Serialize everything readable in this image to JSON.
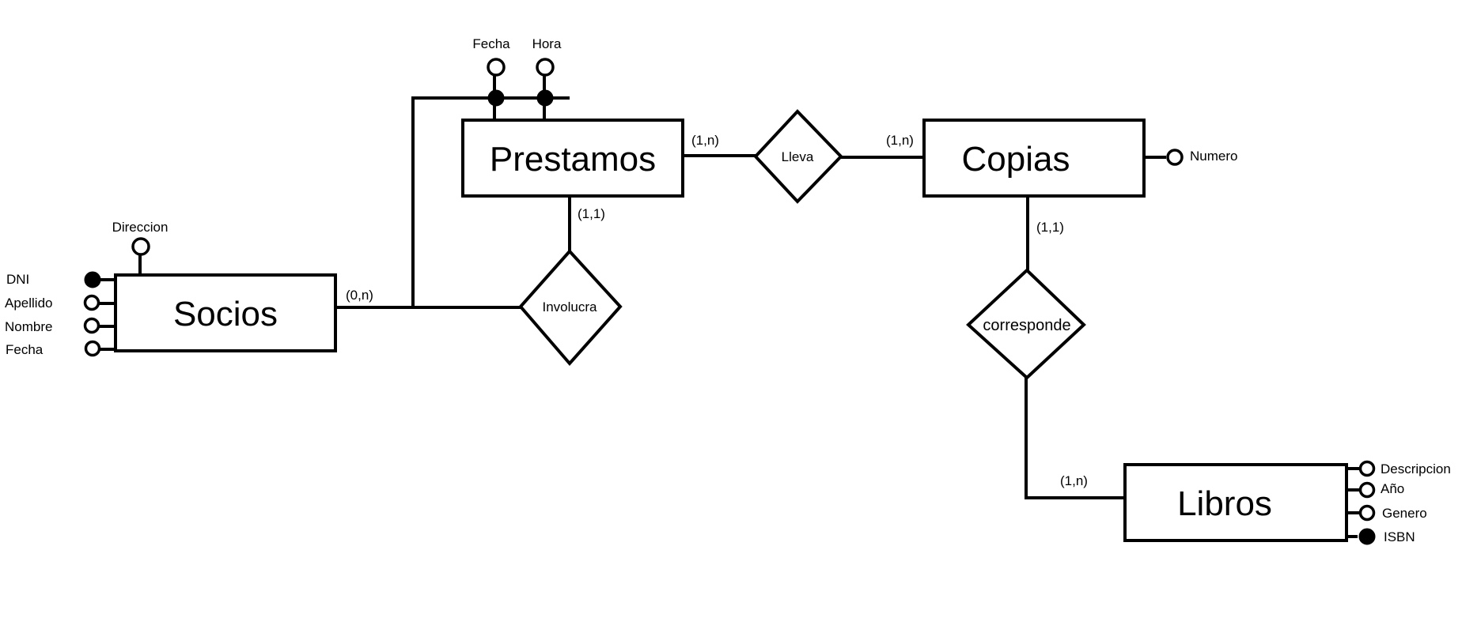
{
  "entities": {
    "prestamos": {
      "label": "Prestamos"
    },
    "copias": {
      "label": "Copias"
    },
    "socios": {
      "label": "Socios"
    },
    "libros": {
      "label": "Libros"
    }
  },
  "relationships": {
    "lleva": {
      "label": "Lleva"
    },
    "involucra": {
      "label": "Involucra"
    },
    "corresponde": {
      "label": "corresponde"
    }
  },
  "attributes": {
    "prestamos_fecha": {
      "label": "Fecha",
      "key": true
    },
    "prestamos_hora": {
      "label": "Hora",
      "key": true
    },
    "copias_numero": {
      "label": "Numero",
      "key": false
    },
    "socios_direccion": {
      "label": "Direccion",
      "key": false
    },
    "socios_dni": {
      "label": "DNI",
      "key": true
    },
    "socios_apellido": {
      "label": "Apellido",
      "key": false
    },
    "socios_nombre": {
      "label": "Nombre",
      "key": false
    },
    "socios_fecha": {
      "label": "Fecha",
      "key": false
    },
    "libros_descripcion": {
      "label": "Descripcion",
      "key": false
    },
    "libros_anio": {
      "label": "Año",
      "key": false
    },
    "libros_genero": {
      "label": "Genero",
      "key": false
    },
    "libros_isbn": {
      "label": "ISBN",
      "key": true
    }
  },
  "cardinalities": {
    "prestamos_lleva": "(1,n)",
    "copias_lleva": "(1,n)",
    "prestamos_involucra": "(1,1)",
    "socios_involucra": "(0,n)",
    "copias_corresponde": "(1,1)",
    "libros_corresponde": "(1,n)"
  }
}
